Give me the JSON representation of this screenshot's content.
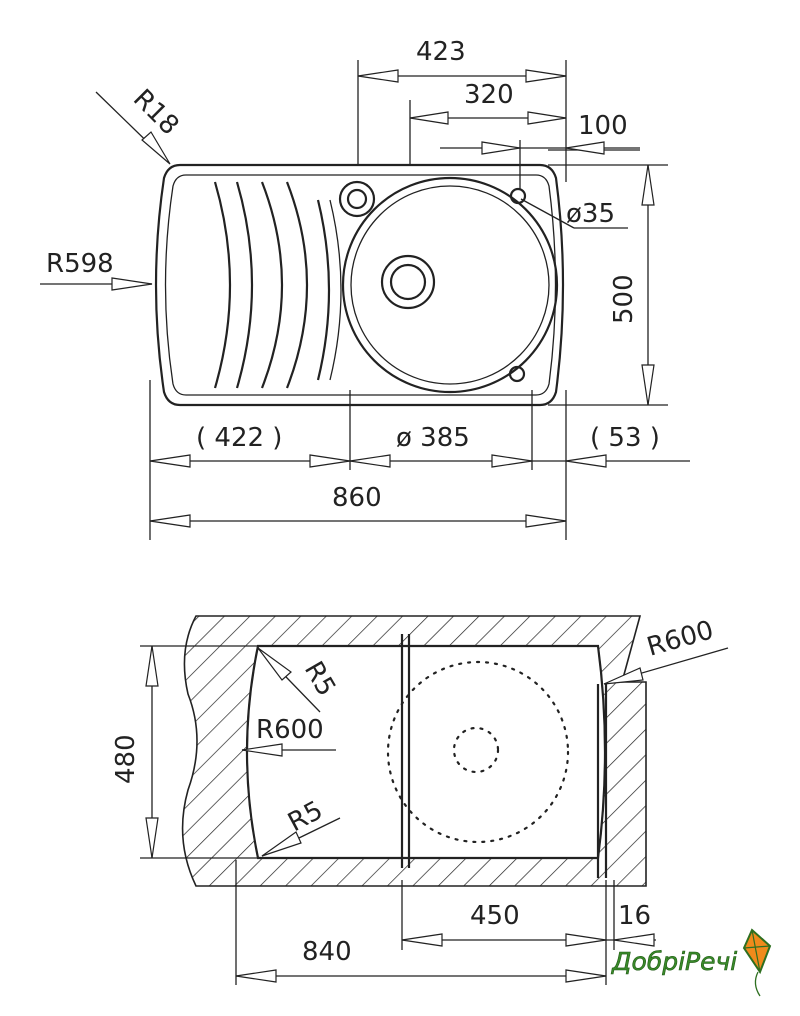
{
  "top_view": {
    "labels": {
      "total_width": "423",
      "bowl_offset": "320",
      "tap_offset": "100",
      "corner_radius": "R18",
      "tap_hole": "ø35",
      "side_radius": "R598",
      "depth": "500",
      "drainer_width": "( 422 )",
      "bowl_diameter": "ø 385",
      "edge_width": "( 53 )",
      "overall_length": "860"
    }
  },
  "cutout_view": {
    "labels": {
      "height": "480",
      "corner_radius_top": "R5",
      "left_radius": "R600",
      "corner_radius_bottom": "R5",
      "right_radius": "R600",
      "bowl_width": "450",
      "edge": "16",
      "cutout_length": "840"
    }
  },
  "logo": {
    "text": "ДобріРечі",
    "color_green": "#3a8a2a",
    "color_orange": "#f08a1c"
  }
}
